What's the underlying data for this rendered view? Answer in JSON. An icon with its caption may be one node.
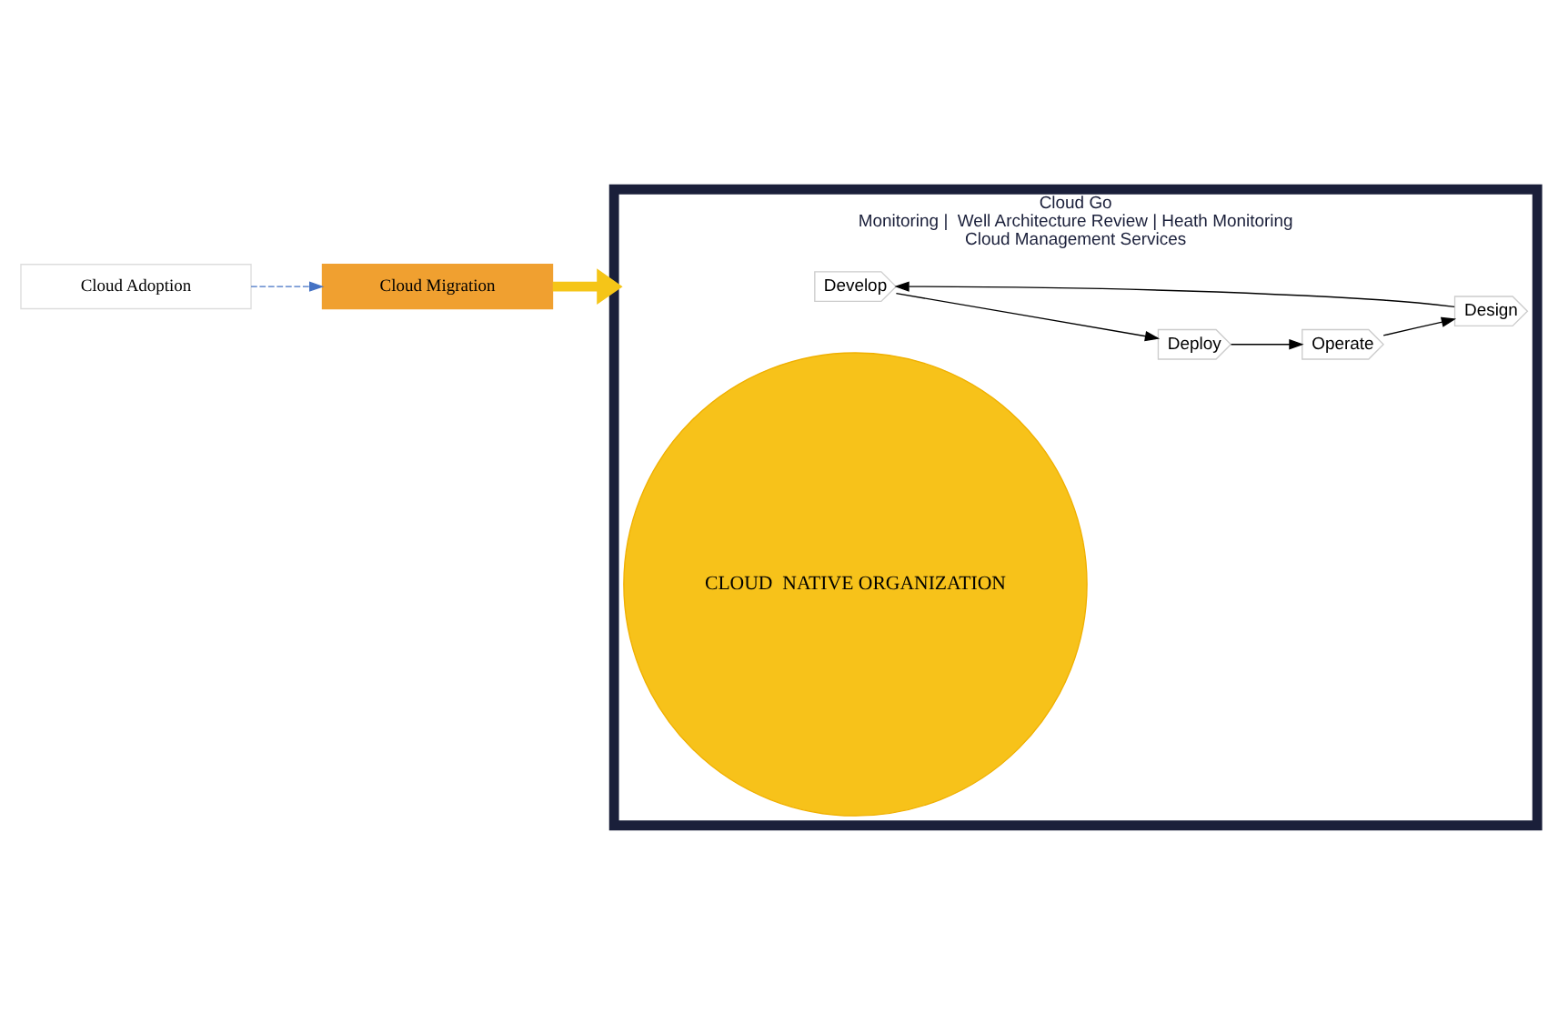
{
  "diagram": {
    "nodes": [
      {
        "text": [
          "Cloud Adoption"
        ]
      },
      {
        "text": [
          "Cloud Migration"
        ]
      },
      {
        "text": [
          "Cloud Go",
          "Monitoring |  Well Architecture Review | Heath Monitoring",
          "Cloud Management Services"
        ]
      },
      {
        "text": [
          "Develop"
        ],
        "in": 2
      },
      {
        "text": [
          "Deploy"
        ],
        "in": 2
      },
      {
        "text": [
          "Operate"
        ],
        "in": 2
      },
      {
        "text": [
          "Design"
        ],
        "in": 2
      },
      {
        "text": [
          "CLOUD  NATIVE ORGANIZATION"
        ],
        "in": 2
      }
    ],
    "edges": [
      {
        "from": 0,
        "to": 1,
        "arrow": "to",
        "style": "dashed",
        "color": "#4472c4"
      },
      {
        "from": 1,
        "to": 2,
        "arrow": "to",
        "style": "thick",
        "color": "#f5c518"
      },
      {
        "from": 6,
        "to": 3,
        "arrow": "to"
      },
      {
        "from": 3,
        "to": 4,
        "arrow": "to"
      },
      {
        "from": 4,
        "to": 5,
        "arrow": "to"
      },
      {
        "from": 5,
        "to": 6,
        "arrow": "to"
      }
    ]
  }
}
